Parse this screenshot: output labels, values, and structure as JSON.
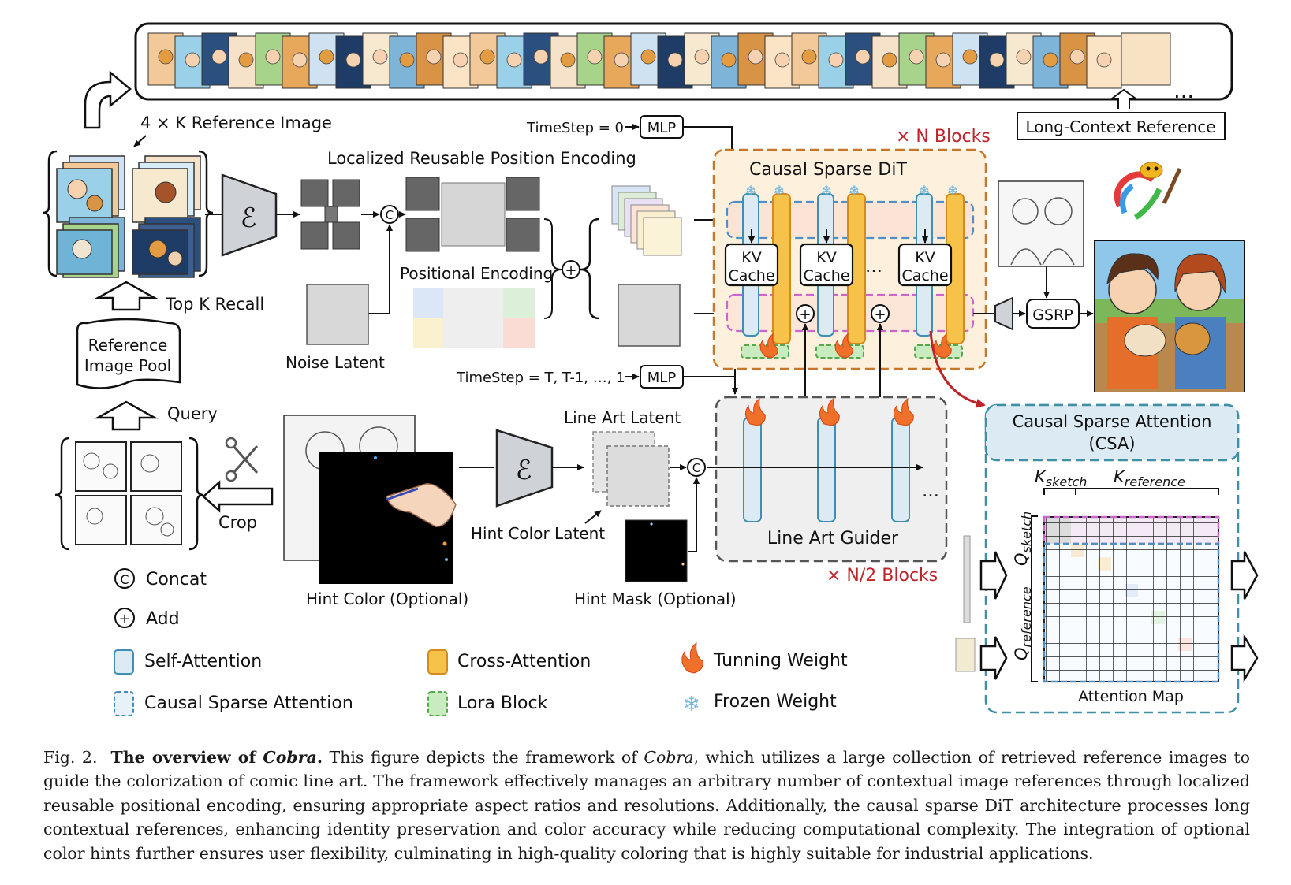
{
  "figure": {
    "reference_strip": {
      "more": "…",
      "label": "Long-Context Reference"
    },
    "ref_images_label": "4 × K Reference Image",
    "top_k_recall": "Top K Recall",
    "reference_pool": {
      "line1": "Reference",
      "line2": "Image Pool"
    },
    "query": "Query",
    "crop": "Crop",
    "encoder_symbol": "ℰ",
    "concat_symbol": "C",
    "add_symbol": "+",
    "lrpe_title": "Localized Reusable Position Encoding",
    "positional_encoding": "Positional Encoding",
    "noise_latent": "Noise Latent",
    "timestep_top": "TimeStep = 0",
    "timestep_bottom": "TimeStep = T, T-1, …, 1",
    "mlp": "MLP",
    "n_blocks": "× N Blocks",
    "dit_title": "Causal Sparse DiT",
    "kv": "KV",
    "cache": "Cache",
    "dots": "…",
    "gsrp": "GSRP",
    "line_art_latent": "Line Art Latent",
    "hint_color_latent": "Hint Color Latent",
    "hint_color": "Hint Color (Optional)",
    "hint_mask": "Hint Mask (Optional)",
    "line_art_guider": "Line Art Guider",
    "half_blocks": "× N/2 Blocks",
    "csa": {
      "title1": "Causal Sparse Attention",
      "title2": "(CSA)",
      "k_base": "K",
      "k_sketch_sub": "sketch",
      "k_ref_sub": "reference",
      "q_base": "Q",
      "q_sketch_sub": "sketch",
      "q_ref_sub": "reference",
      "attention_map": "Attention Map"
    },
    "legend": {
      "concat": "Concat",
      "add": "Add",
      "self_attention": "Self-Attention",
      "cross_attention": "Cross-Attention",
      "tuning_weight": "Tunning Weight",
      "causal_sparse_attention": "Causal Sparse Attention",
      "lora_block": "Lora Block",
      "frozen_weight": "Frozen Weight"
    },
    "colors": {
      "self_attn": "#dcebf3",
      "self_attn_border": "#3f8fb5",
      "cross_attn": "#f7c24a",
      "cross_attn_border": "#d58a1e",
      "lora": "#c9ebc0",
      "lora_border": "#54a84b",
      "dit_bg": "#fdf0dc",
      "dit_border": "#c8772a",
      "accent_red": "#c0242a",
      "csa_border": "#3f8fa5"
    }
  },
  "caption": {
    "fig_num": "Fig. 2.",
    "bold_pre": "The overview of",
    "bold_it": "Cobra",
    "bold_post": ".",
    "t1": " This figure depicts the framework of ",
    "t1_it": "Cobra",
    "t2": ", which utilizes a large collection of retrieved reference images to guide the colorization of comic line art. The framework effectively manages an arbitrary number of contextual image references through localized reusable positional encoding, ensuring appropriate aspect ratios and resolutions. Additionally, the causal sparse DiT architecture processes long contextual references, enhancing identity preservation and color accuracy while reducing computational complexity. The integration of optional color hints further ensures user flexibility, culminating in high-quality coloring that is highly suitable for industrial applications."
  }
}
